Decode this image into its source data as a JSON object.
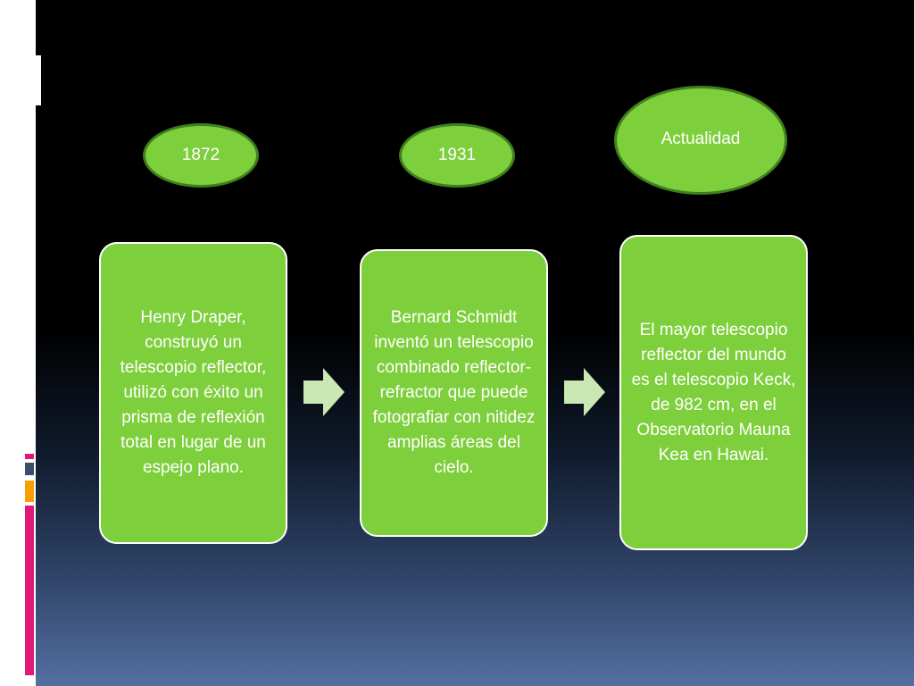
{
  "accent_colors": {
    "pink": "#e0187a",
    "blue": "#3a4d6a",
    "orange": "#f5a000",
    "green_fill": "#7ecf3c",
    "oval_border": "#3f7f1e",
    "arrow": "#c9e8b3"
  },
  "timeline": {
    "dates": [
      "1872",
      "1931",
      "Actualidad"
    ],
    "events": [
      "Henry Draper, construyó un telescopio reflector, utilizó con éxito un prisma de reflexión total en lugar de un espejo plano.",
      "Bernard Schmidt inventó un telescopio combinado reflector-refractor que puede fotografiar con nitidez amplias áreas del cielo.",
      "El mayor telescopio reflector del mundo es el telescopio Keck, de 982 cm, en el Observatorio Mauna Kea en Hawai."
    ],
    "arrow_icon": "right-arrow-icon"
  }
}
